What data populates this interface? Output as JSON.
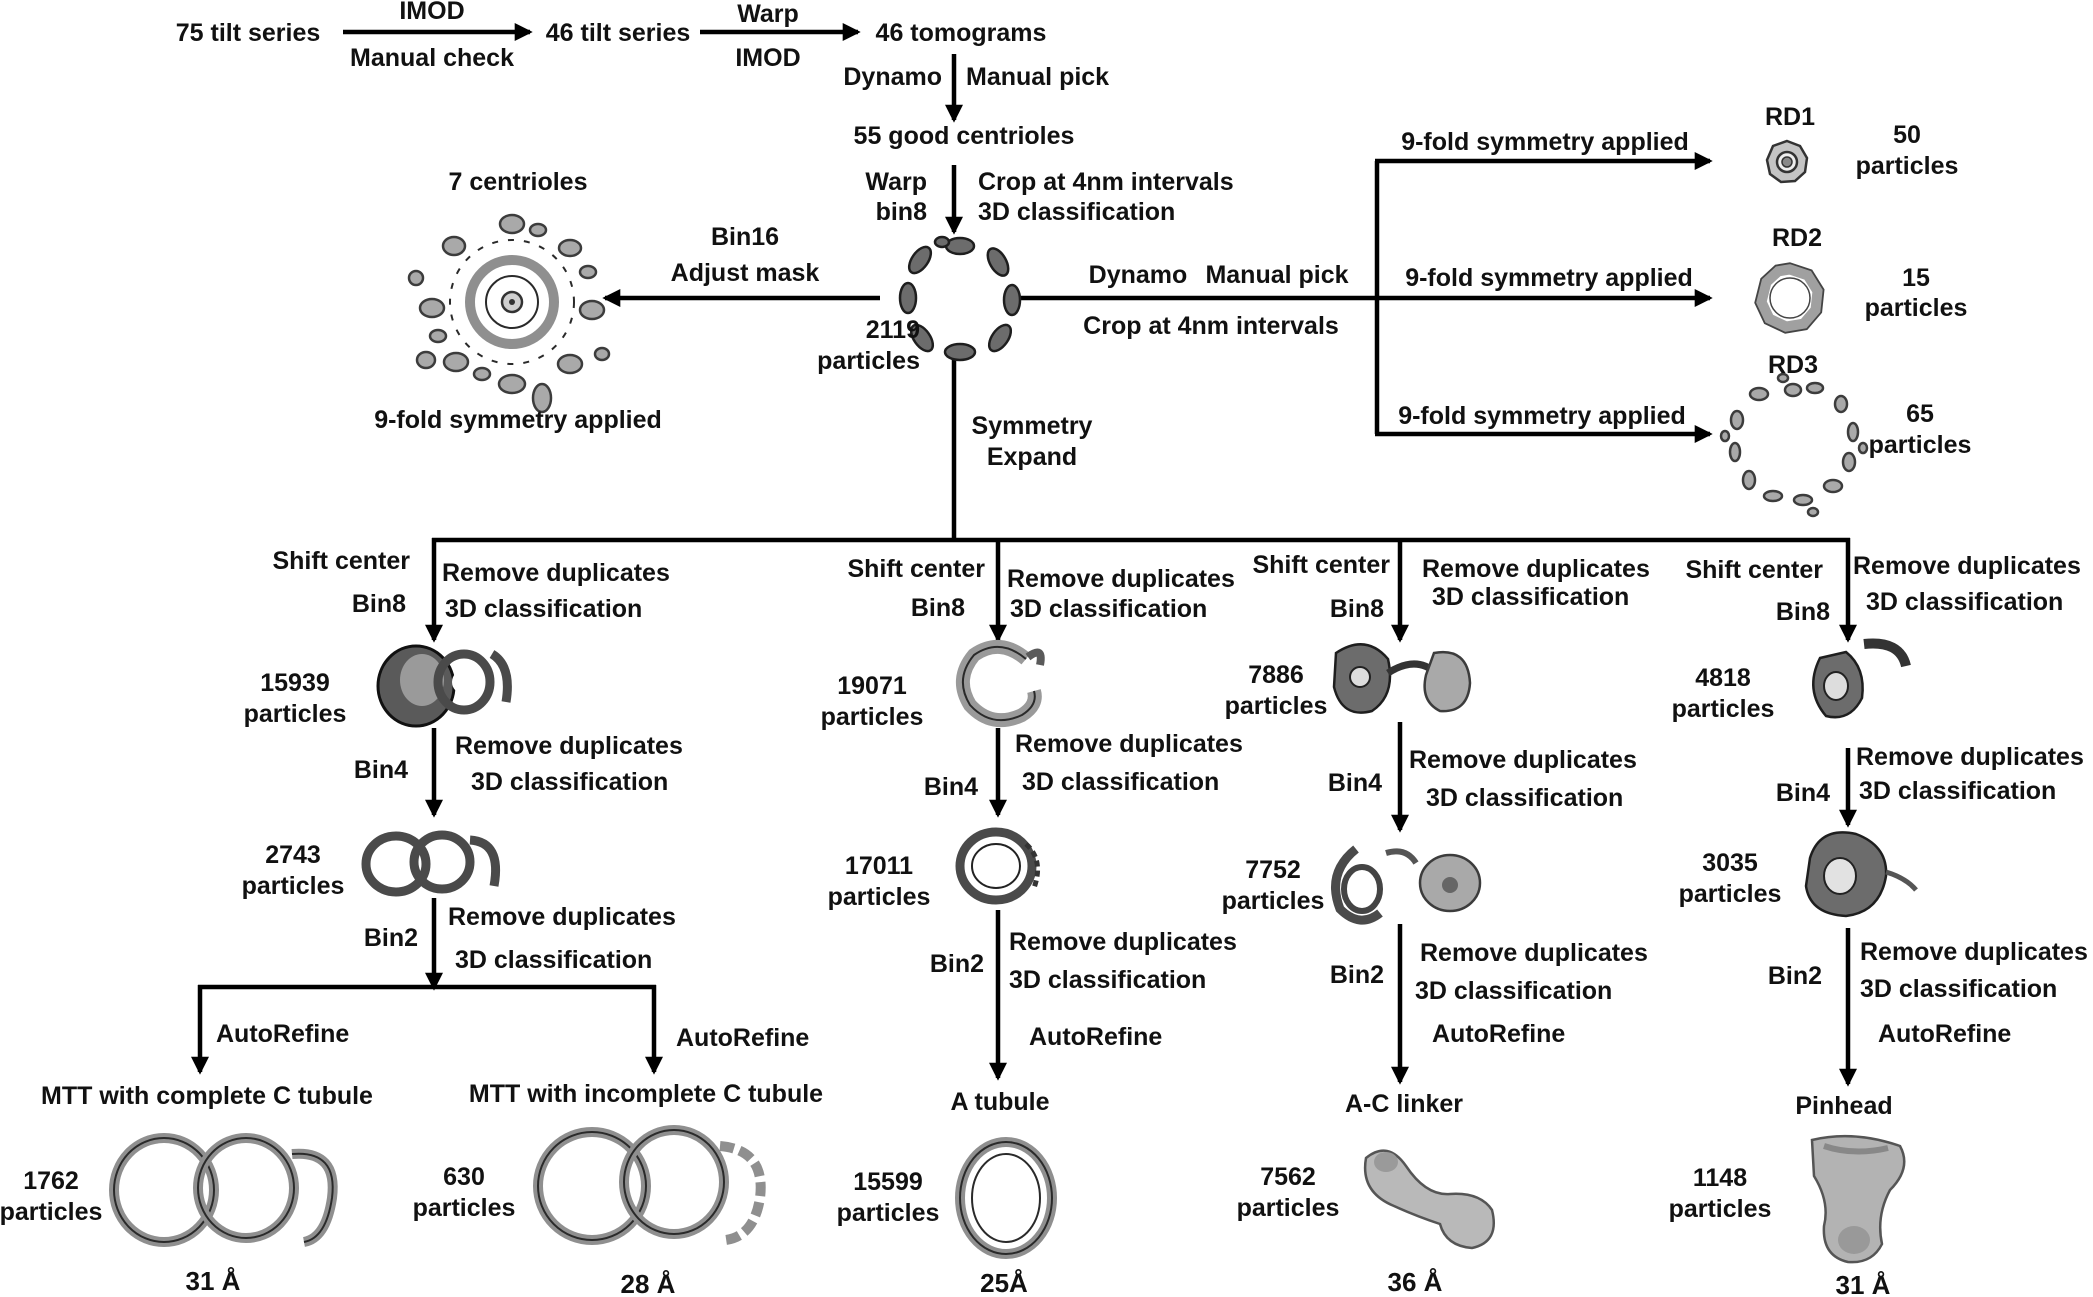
{
  "pipeline": {
    "tilt75": "75 tilt series",
    "step1_top": "IMOD",
    "step1_bottom": "Manual check",
    "tilt46": "46 tilt series",
    "step2_top": "Warp",
    "step2_bottom": "IMOD",
    "tomo46": "46 tomograms",
    "pick_left": "Dynamo",
    "pick_right": "Manual pick",
    "good55": "55 good centrioles",
    "warp": "Warp",
    "bin8": "bin8",
    "crop": "Crop at 4nm intervals",
    "classify": "3D classification"
  },
  "centriole_branch": {
    "title": "7 centrioles",
    "bin": "Bin16",
    "mask": "Adjust mask",
    "symmetry": "9-fold symmetry applied"
  },
  "center": {
    "count": "2119",
    "unit": "particles",
    "expand_1": "Symmetry",
    "expand_2": "Expand"
  },
  "rd_branch": {
    "pick_left": "Dynamo",
    "pick_right": "Manual pick",
    "crop": "Crop at 4nm intervals",
    "rows": [
      {
        "sym": "9-fold symmetry applied",
        "name": "RD1",
        "count": "50",
        "unit": "particles"
      },
      {
        "sym": "9-fold symmetry applied",
        "name": "RD2",
        "count": "15",
        "unit": "particles"
      },
      {
        "sym": "9-fold symmetry applied",
        "name": "RD3",
        "count": "65",
        "unit": "particles"
      }
    ]
  },
  "mtt": {
    "shift": "Shift center",
    "bin8": "Bin8",
    "dup1": "Remove duplicates",
    "cls1": "3D classification",
    "n1": "15939",
    "u1": "particles",
    "dup2": "Remove duplicates",
    "bin4": "Bin4",
    "cls2": "3D classification",
    "n2": "2743",
    "u2": "particles",
    "bin2": "Bin2",
    "dup3": "Remove duplicates",
    "cls3": "3D classification",
    "left": {
      "refine": "AutoRefine",
      "title": "MTT with complete C tubule",
      "count": "1762",
      "unit": "particles",
      "res": "31 Å"
    },
    "right": {
      "refine": "AutoRefine",
      "title": "MTT with incomplete C tubule",
      "count": "630",
      "unit": "particles",
      "res": "28 Å"
    }
  },
  "a_tubule": {
    "shift": "Shift center",
    "bin8": "Bin8",
    "dup1": "Remove duplicates",
    "cls1": "3D classification",
    "n1": "19071",
    "u1": "particles",
    "dup2": "Remove duplicates",
    "bin4": "Bin4",
    "cls2": "3D classification",
    "n2": "17011",
    "u2": "particles",
    "dup3": "Remove duplicates",
    "bin2": "Bin2",
    "cls3": "3D classification",
    "refine": "AutoRefine",
    "title": "A tubule",
    "count": "15599",
    "unit": "particles",
    "res": "25Å"
  },
  "ac_linker": {
    "shift": "Shift center",
    "dup1": "Remove duplicates",
    "bin8": "Bin8",
    "cls1": "3D classification",
    "n1": "7886",
    "u1": "particles",
    "dup2": "Remove duplicates",
    "bin4": "Bin4",
    "cls2": "3D classification",
    "n2": "7752",
    "u2": "particles",
    "bin2": "Bin2",
    "dup3": "Remove duplicates",
    "cls3": "3D classification",
    "refine": "AutoRefine",
    "title": "A-C linker",
    "count": "7562",
    "unit": "particles",
    "res": "36 Å"
  },
  "pinhead": {
    "shift": "Shift center",
    "dup1": "Remove duplicates",
    "bin8": "Bin8",
    "cls1": "3D classification",
    "n1": "4818",
    "u1": "particles",
    "dup2": "Remove duplicates",
    "bin4": "Bin4",
    "cls2": "3D classification",
    "n2": "3035",
    "u2": "particles",
    "bin2": "Bin2",
    "dup3": "Remove duplicates",
    "cls3": "3D classification",
    "refine": "AutoRefine",
    "title": "Pinhead",
    "count": "1148",
    "unit": "particles",
    "res": "31 Å"
  }
}
